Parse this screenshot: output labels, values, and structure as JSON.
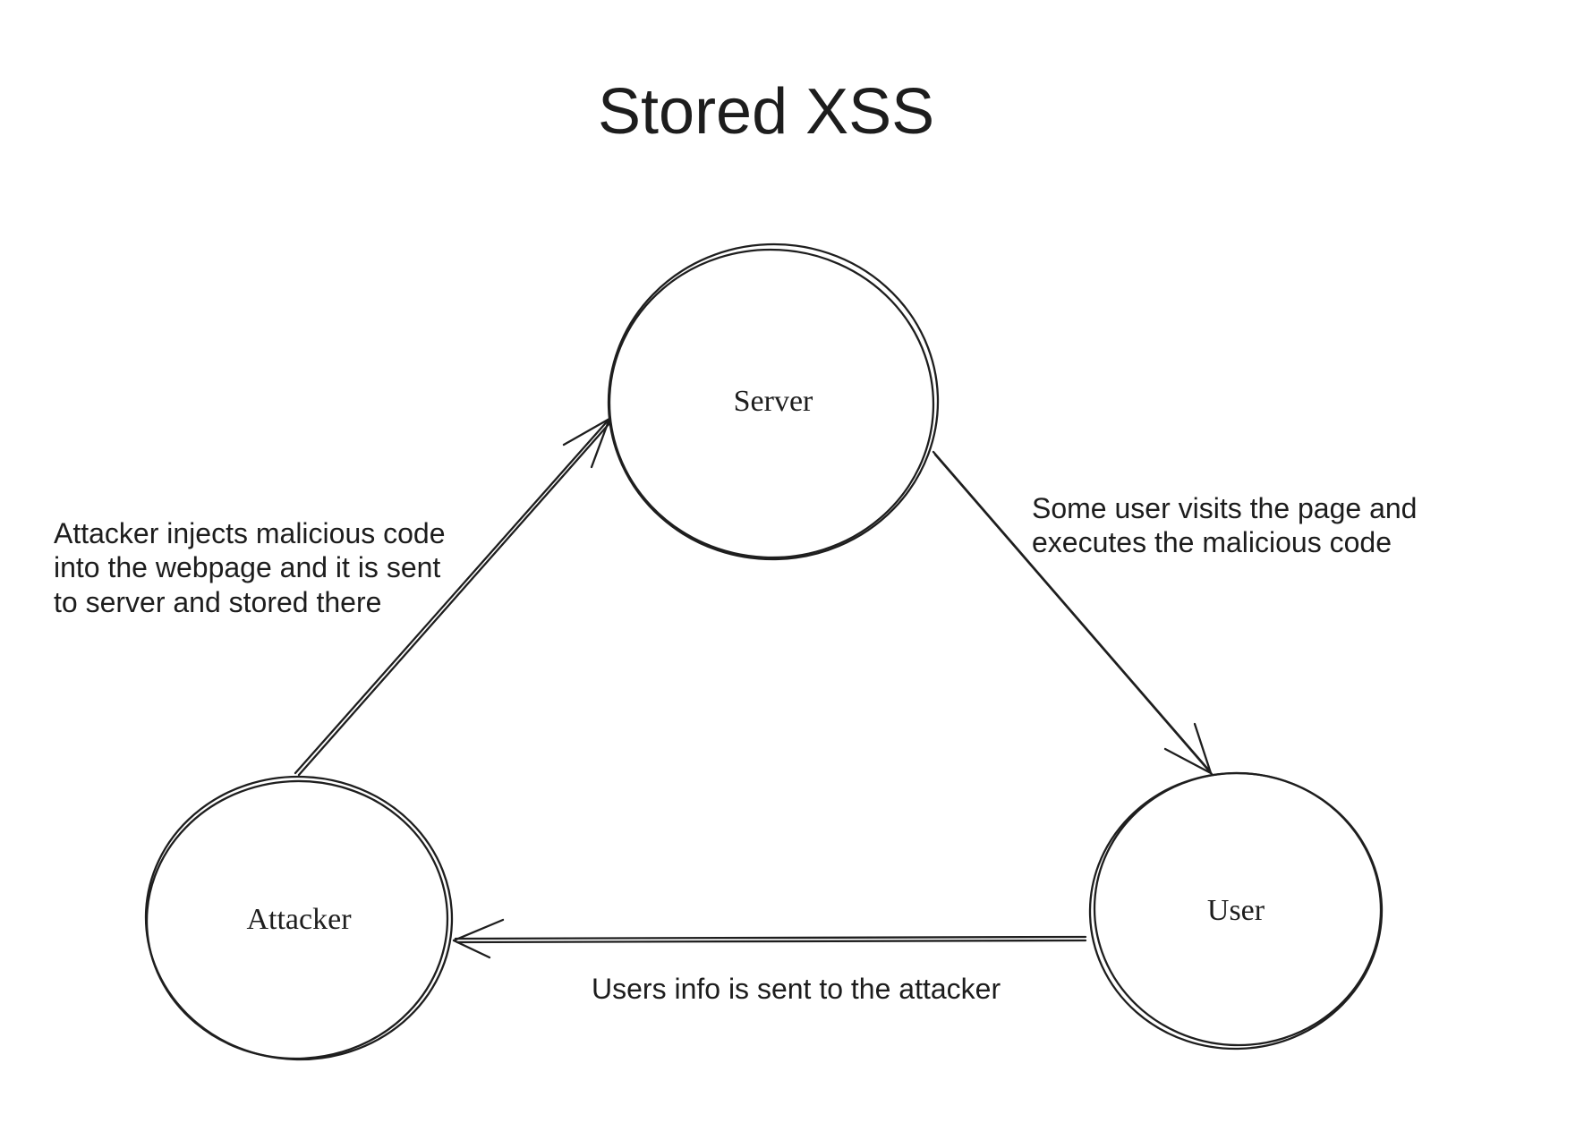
{
  "title": "Stored XSS",
  "nodes": {
    "server": {
      "label": "Server"
    },
    "attacker": {
      "label": "Attacker"
    },
    "user": {
      "label": "User"
    }
  },
  "edges": {
    "attacker_to_server": {
      "label": "Attacker injects malicious code\ninto the webpage and it is sent\nto server and stored there"
    },
    "server_to_user": {
      "label": "Some user visits the page and\nexecutes the malicious code"
    },
    "user_to_attacker": {
      "label": "Users info is sent to the attacker"
    }
  },
  "colors": {
    "ink": "#1e1e1e",
    "text": "#1d1d1d",
    "background": "#ffffff"
  }
}
